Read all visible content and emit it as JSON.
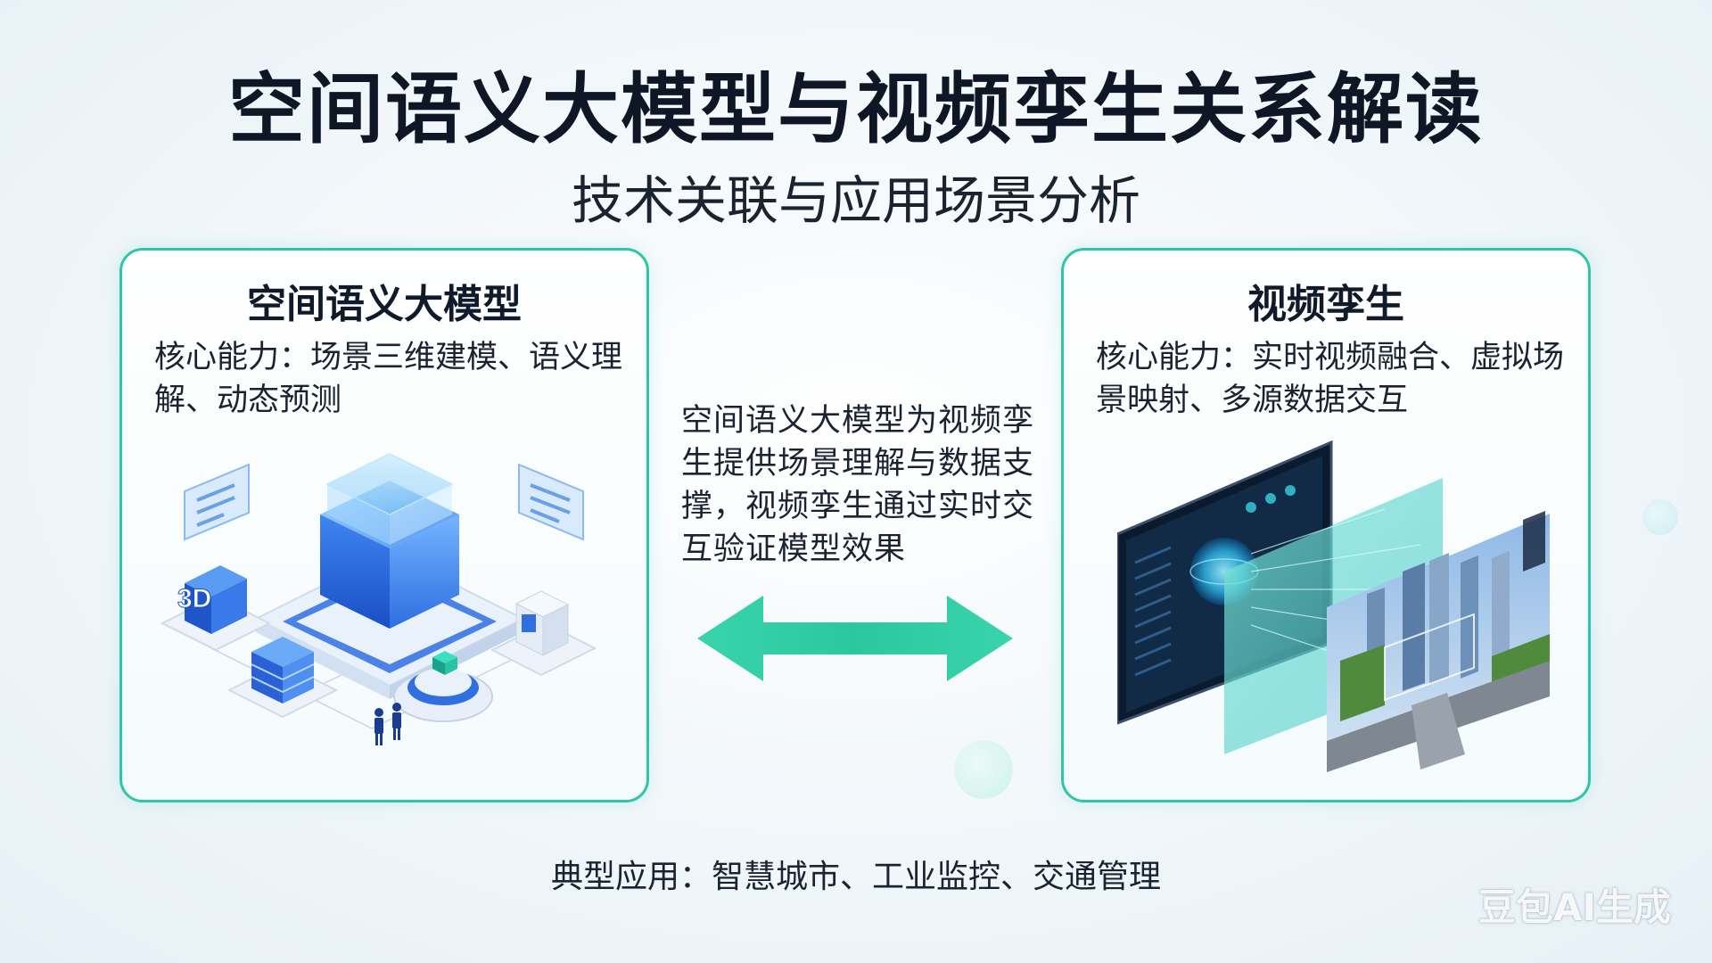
{
  "title": "空间语义大模型与视频孪生关系解读",
  "subtitle": "技术关联与应用场景分析",
  "left_panel": {
    "title": "空间语义大模型",
    "description": "核心能力：场景三维建模、语义理解、动态预测",
    "badge_3d": "3D"
  },
  "right_panel": {
    "title": "视频孪生",
    "description": "核心能力：实时视频融合、虚拟场景映射、多源数据交互"
  },
  "relation_text": "空间语义大模型为视频孪生提供场景理解与数据支撑，视频孪生通过实时交互验证模型效果",
  "footer": "典型应用：智慧城市、工业监控、交通管理",
  "watermark": "豆包AI生成",
  "colors": {
    "accent": "#2fc6a8",
    "blue": "#2b6fe0",
    "title": "#0f1726"
  }
}
